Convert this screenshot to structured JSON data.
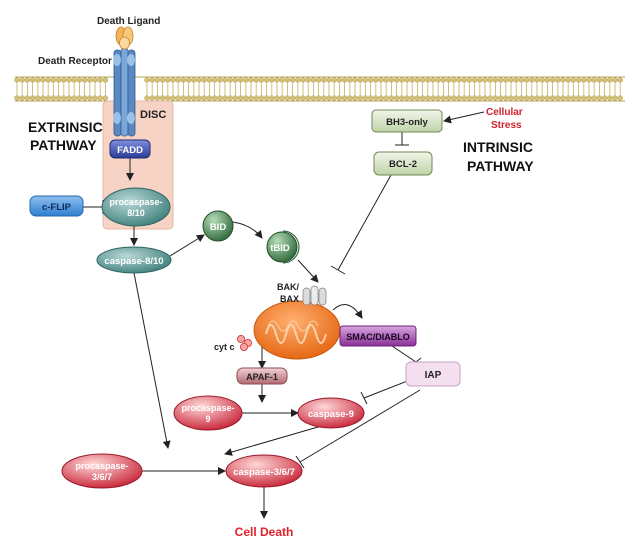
{
  "labels": {
    "death_ligand": "Death Ligand",
    "death_receptor": "Death Receptor",
    "disc": "DISC",
    "extrinsic_1": "EXTRINSIC",
    "extrinsic_2": "PATHWAY",
    "intrinsic_1": "INTRINSIC",
    "intrinsic_2": "PATHWAY",
    "cellular_stress_1": "Cellular",
    "cellular_stress_2": "Stress",
    "cyt_c": "cyt c",
    "bak_bax_1": "BAK/",
    "bak_bax_2": "BAX",
    "cell_death": "Cell Death"
  },
  "nodes": {
    "fadd": "FADD",
    "cflip": "c-FLIP",
    "procaspase_810_1": "procaspase-",
    "procaspase_810_2": "8/10",
    "caspase_810": "caspase-8/10",
    "bid": "BID",
    "tbid": "tBID",
    "bh3_only": "BH3-only",
    "bcl2": "BCL-2",
    "smac": "SMAC/DIABLO",
    "iap": "IAP",
    "apaf1": "APAF-1",
    "procaspase_9_1": "procaspase-",
    "procaspase_9_2": "9",
    "caspase_9": "caspase-9",
    "procaspase_367_1": "procaspase-",
    "procaspase_367_2": "3/6/7",
    "caspase_367": "caspase-3/6/7"
  },
  "colors": {
    "membrane": "#c9b56a",
    "disc_box": "#f6d3c4",
    "fadd": "#3d4fa8",
    "cflip": "#4a9be0",
    "teal_node": "#4f8f8c",
    "green_node": "#3f7a4a",
    "bh3": "#c8dbb8",
    "smac": "#9b3fa8",
    "iap": "#f2dbee",
    "red_node": "#d7374a",
    "apaf": "#c07a80",
    "mito": "#f47a1f",
    "cell_death": "#e0202a",
    "stress": "#d0202a"
  }
}
